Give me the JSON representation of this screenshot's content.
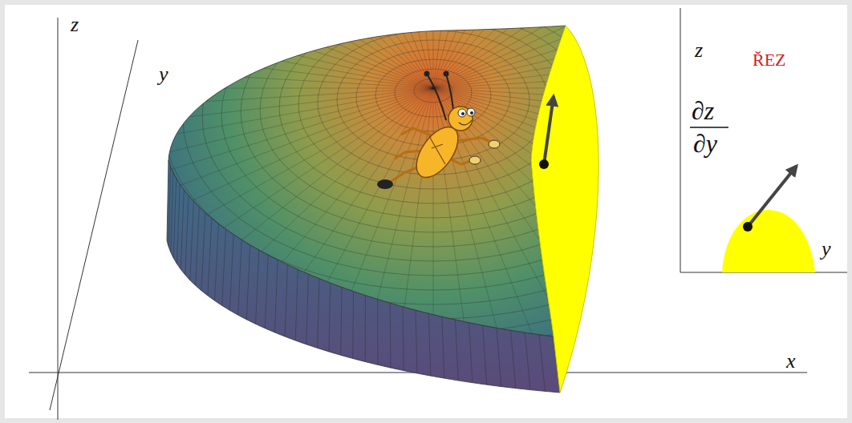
{
  "diagram": {
    "labels": [
      "z",
      "y",
      "z",
      "ŘEZ",
      "∂z",
      "∂y",
      "y",
      "x"
    ]
  }
}
